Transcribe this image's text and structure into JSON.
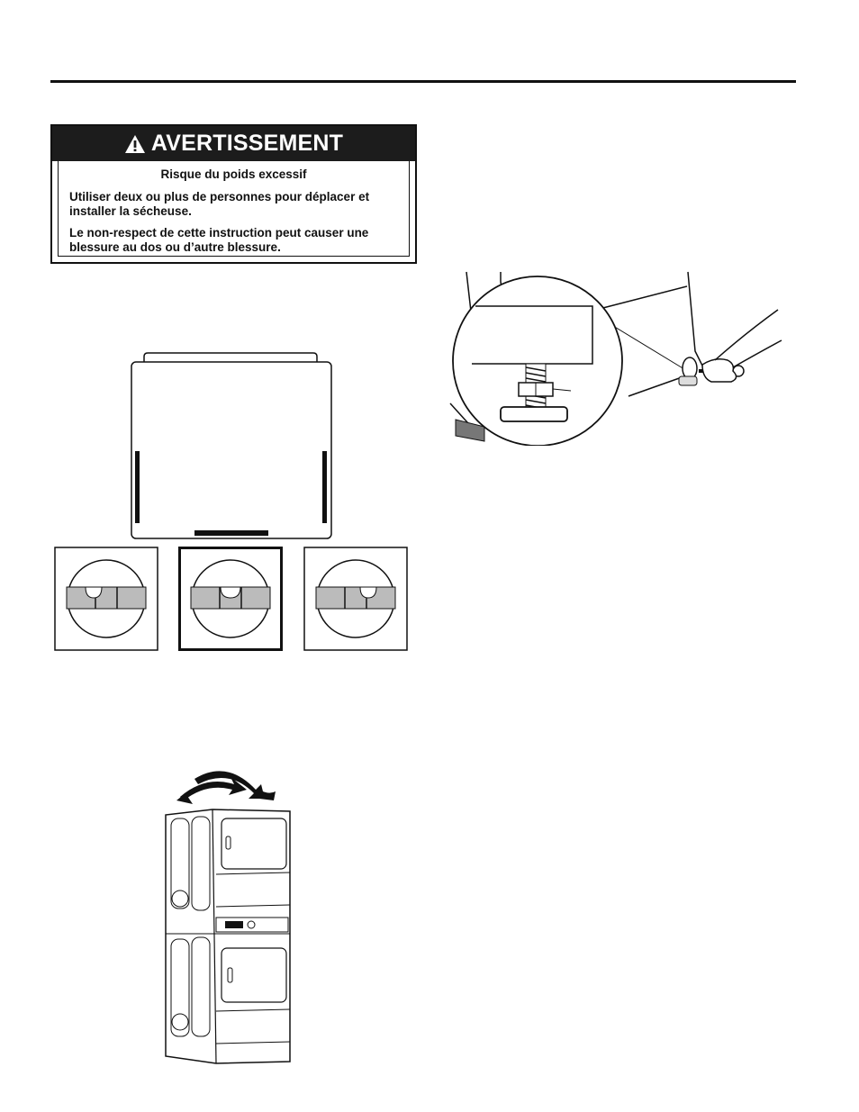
{
  "warning": {
    "title": "AVERTISSEMENT",
    "subtitle": "Risque du poids excessif",
    "paragraph1": "Utiliser deux ou plus de personnes pour déplacer et installer la sécheuse.",
    "paragraph2": "Le non-respect de cette instruction peut causer une blessure au dos ou d’autre blessure."
  },
  "icons": {
    "warning_icon": "warning-triangle-icon"
  },
  "figures": {
    "level_bubble_positions": [
      "left",
      "center",
      "right"
    ],
    "selected_level": "center"
  }
}
